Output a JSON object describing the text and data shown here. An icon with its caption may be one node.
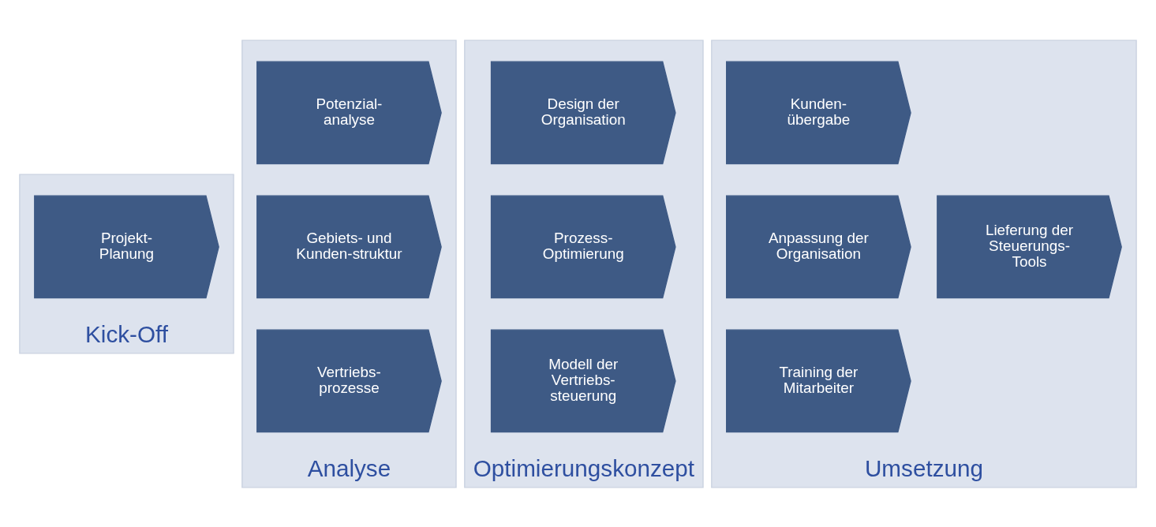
{
  "diagram": {
    "nodes": [
      {
        "text": [
          "Kick-Off"
        ]
      },
      {
        "text": [
          "Projekt- Planung"
        ],
        "in": 0
      },
      {
        "text": [
          "Analyse"
        ]
      },
      {
        "text": [
          "Potenzial- analyse"
        ],
        "in": 2
      },
      {
        "text": [
          "Gebiets- und Kunden-struktur"
        ],
        "in": 2
      },
      {
        "text": [
          "Vertriebs- prozesse"
        ],
        "in": 2
      },
      {
        "text": [
          "Optimierungskonzept"
        ]
      },
      {
        "text": [
          "Design der Organisation"
        ],
        "in": 6
      },
      {
        "text": [
          "Prozess- Optimierung"
        ],
        "in": 6
      },
      {
        "text": [
          "Modell der Vertriebs- steuerung"
        ],
        "in": 6
      },
      {
        "text": [
          "Umsetzung"
        ]
      },
      {
        "text": [
          "Kunden- übergabe"
        ],
        "in": 10
      },
      {
        "text": [
          "Anpassung der Organisation"
        ],
        "in": 10
      },
      {
        "text": [
          "Lieferung der Steuerungs- Tools"
        ],
        "in": 10
      },
      {
        "text": [
          "Training der Mitarbeiter"
        ],
        "in": 10
      }
    ]
  }
}
